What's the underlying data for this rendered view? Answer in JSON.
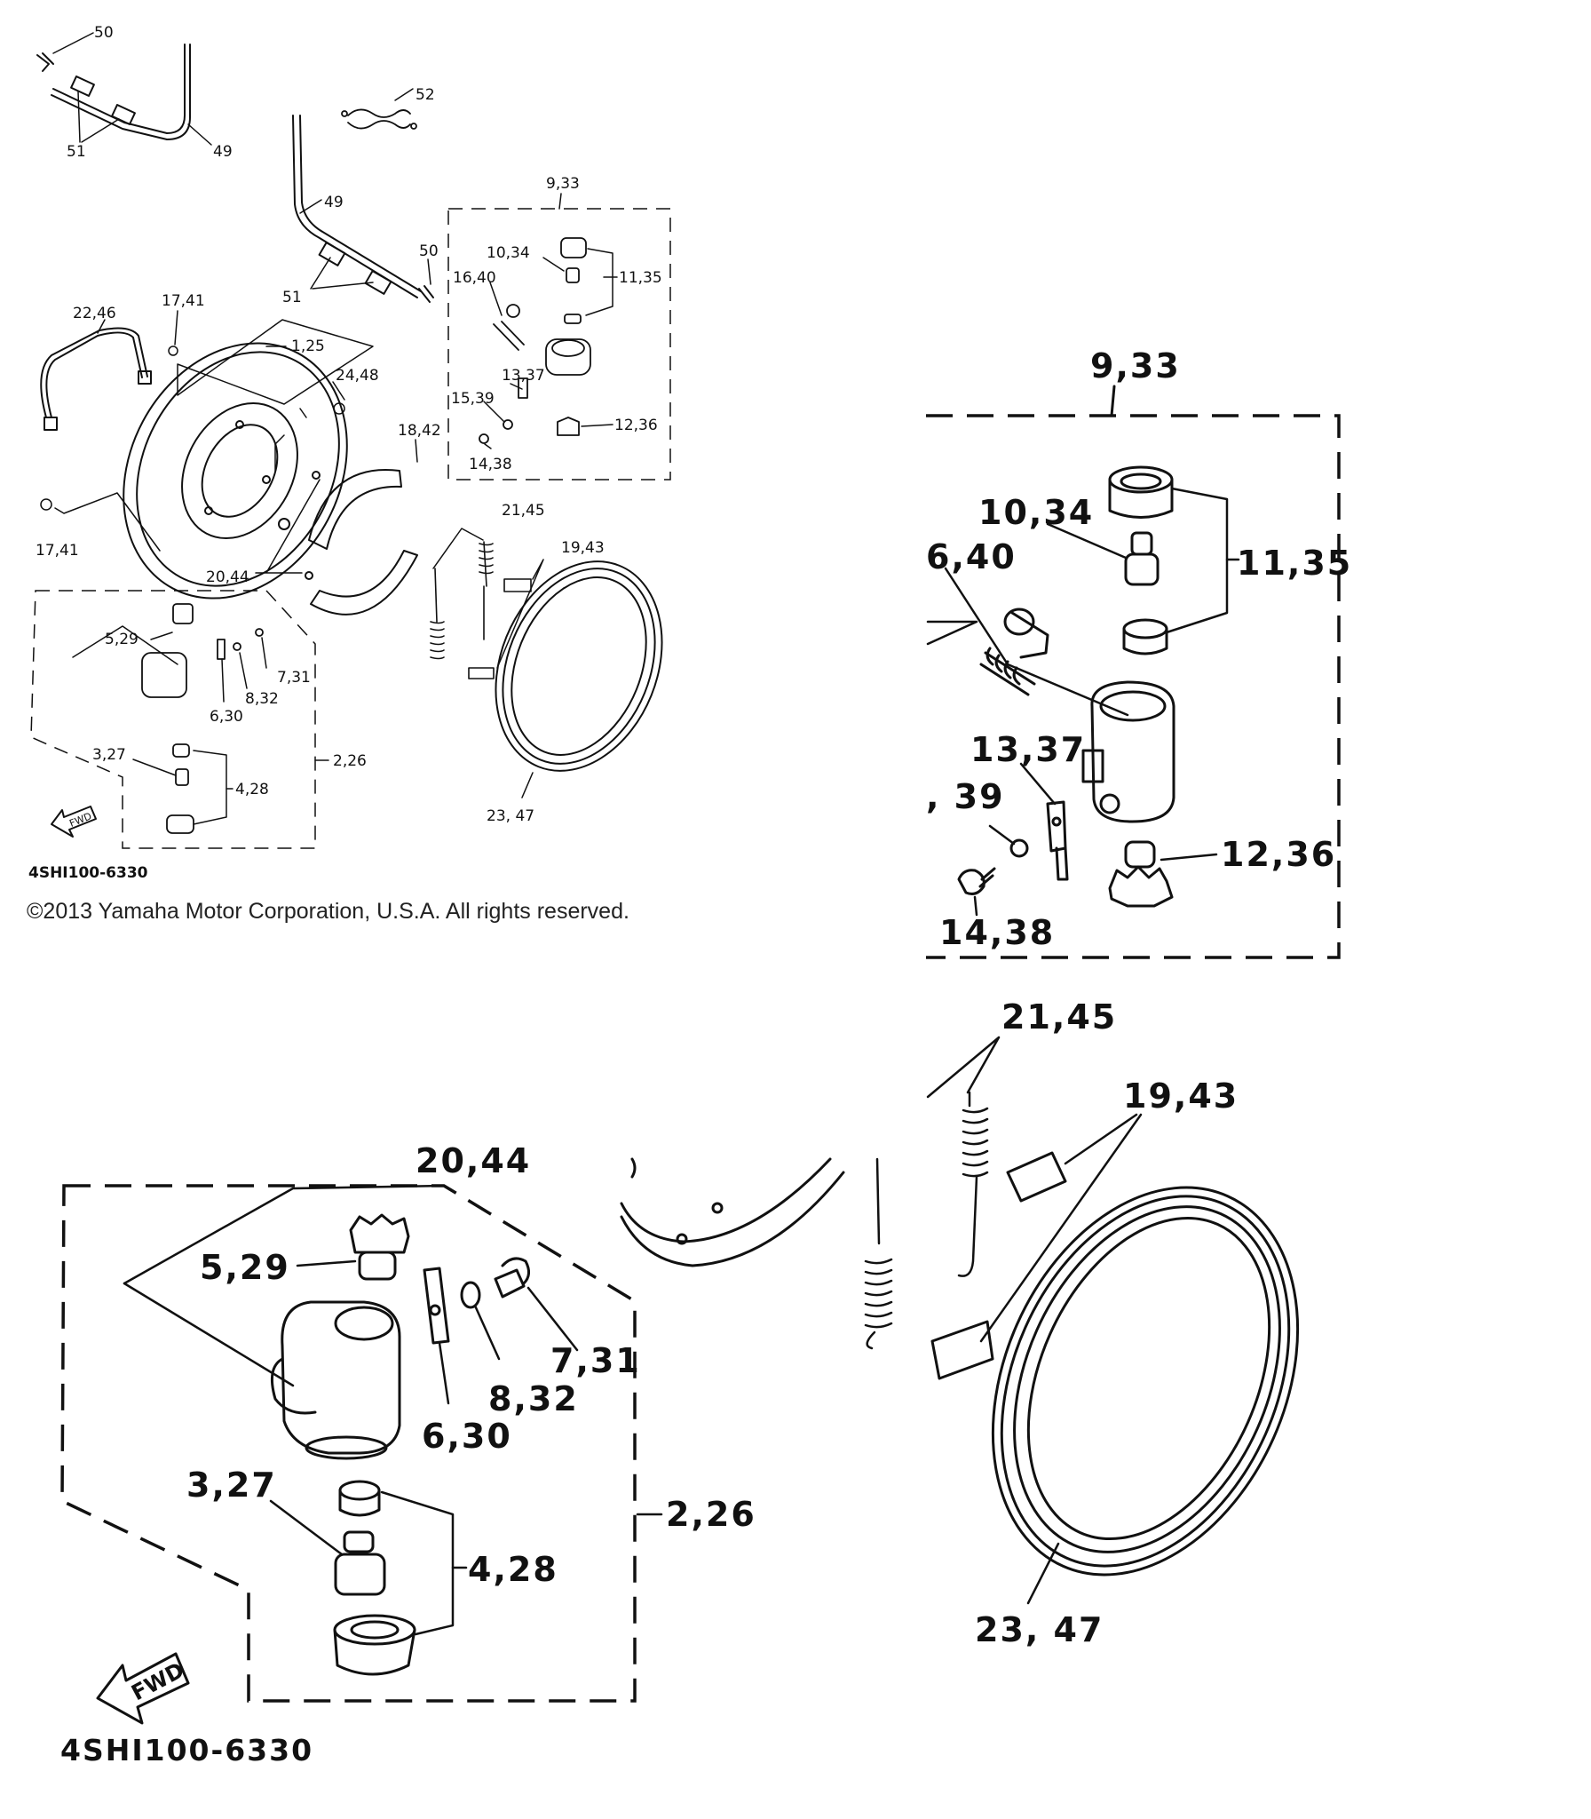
{
  "copyright": "©2013 Yamaha Motor Corporation, U.S.A. All rights reserved.",
  "overview": {
    "diagram_code": "4SHI100-6330",
    "fwd_label": "FWD",
    "callouts": {
      "p50a": "50",
      "p51a": "51",
      "p49a": "49",
      "p52": "52",
      "p49b": "49",
      "p51b": "51",
      "p50b": "50",
      "p933": "9,33",
      "p1034": "10,34",
      "p1135": "11,35",
      "p1640": "16,40",
      "p2246": "22,46",
      "p1741a": "17,41",
      "p125": "1,25",
      "p2448": "24,48",
      "p1337": "13,37",
      "p1539": "15,39",
      "p1236": "12,36",
      "p1438": "14,38",
      "p1842": "18,42",
      "p1741b": "17,41",
      "p2145": "21,45",
      "p1943": "19,43",
      "p2044": "20,44",
      "p529": "5,29",
      "p731": "7,31",
      "p832": "8,32",
      "p630": "6,30",
      "p327": "3,27",
      "p226": "2,26",
      "p428": "4,28",
      "p2347": "23, 47"
    }
  },
  "detail_wheel_cylinder": {
    "group": "9,33",
    "callouts": {
      "p1034": "10,34",
      "p1135": "11,35",
      "p1640": "6,40",
      "p1337": "13,37",
      "p1539": ", 39",
      "p1236": "12,36",
      "p1438": "14,38"
    }
  },
  "detail_spring_drum": {
    "callouts": {
      "p2145": "21,45",
      "p1943": "19,43",
      "p2347": "23, 47"
    }
  },
  "detail_lower_cylinder": {
    "diagram_code": "4SHI100-6330",
    "fwd_label": "FWD",
    "partial_label": "20,44",
    "callouts": {
      "p529": "5,29",
      "p731": "7,31",
      "p832": "8,32",
      "p630": "6,30",
      "p327": "3,27",
      "p226": "2,26",
      "p428": "4,28"
    }
  }
}
